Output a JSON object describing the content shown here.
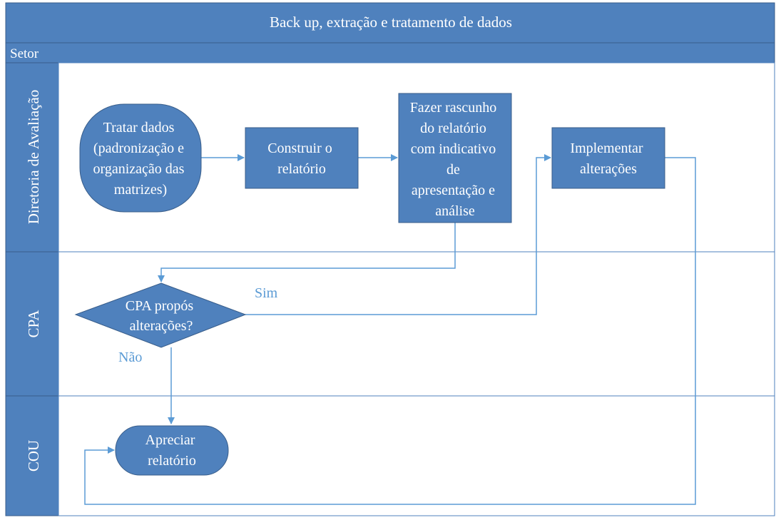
{
  "title": "Back up, extração e tratamento de dados",
  "header_label": "Setor",
  "lanes": [
    {
      "id": "diretoria",
      "label": "Diretoria de Avaliação"
    },
    {
      "id": "cpa",
      "label": "CPA"
    },
    {
      "id": "cou",
      "label": "COU"
    }
  ],
  "nodes": {
    "tratar": [
      "Tratar dados",
      "(padronização e",
      "organização das",
      "matrizes)"
    ],
    "construir": [
      "Construir o",
      "relatório"
    ],
    "rascunho": [
      "Fazer rascunho",
      "do relatório",
      "com indicativo",
      "de",
      "apresentação e",
      "análise"
    ],
    "implementar": [
      "Implementar",
      "alterações"
    ],
    "decisao": [
      "CPA propós",
      "alterações?"
    ],
    "apreciar": [
      "Apreciar",
      "relatório"
    ]
  },
  "edge_labels": {
    "sim": "Sim",
    "nao": "Não"
  },
  "colors": {
    "fill": "#4f81bd",
    "border": "#385d8a",
    "connector": "#5b9bd5",
    "edge_label": "#5b9bd5",
    "text_on_fill": "#ffffff",
    "header_text": "#ffffff"
  }
}
